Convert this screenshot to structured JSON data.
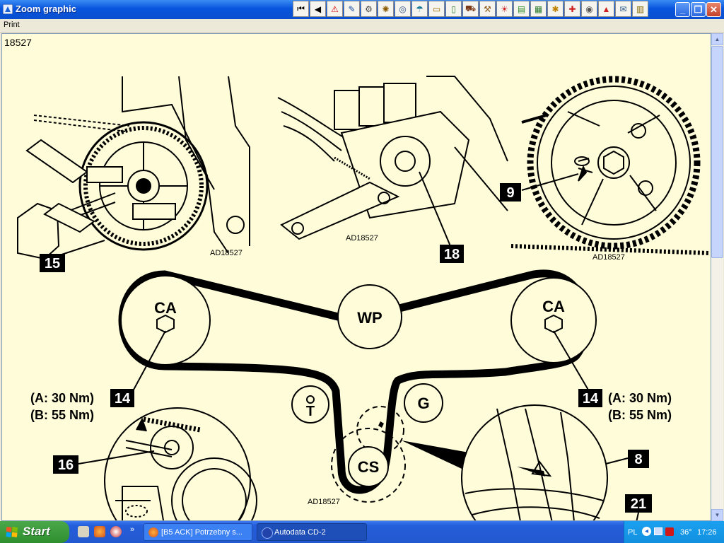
{
  "window": {
    "title": "Zoom graphic",
    "menu": {
      "print": "Print"
    },
    "toolbar": [
      {
        "name": "first-page",
        "glyph": "⏮",
        "color": "#000000"
      },
      {
        "name": "previous",
        "glyph": "◀",
        "color": "#000000"
      },
      {
        "name": "warning",
        "glyph": "⚠",
        "color": "#d40000"
      },
      {
        "name": "technical-data",
        "glyph": "✎",
        "color": "#1a4fa0"
      },
      {
        "name": "engine",
        "glyph": "⚙",
        "color": "#444444"
      },
      {
        "name": "timing",
        "glyph": "✺",
        "color": "#8a5a00"
      },
      {
        "name": "wheel",
        "glyph": "◎",
        "color": "#2a4f8a"
      },
      {
        "name": "diagnostics",
        "glyph": "☂",
        "color": "#1a7a9a"
      },
      {
        "name": "battery",
        "glyph": "▭",
        "color": "#a06a00"
      },
      {
        "name": "door",
        "glyph": "▯",
        "color": "#2f7a2f"
      },
      {
        "name": "car",
        "glyph": "⛟",
        "color": "#7a3a1a"
      },
      {
        "name": "tools",
        "glyph": "⚒",
        "color": "#8a5a1a"
      },
      {
        "name": "bulb",
        "glyph": "☀",
        "color": "#cc2222"
      },
      {
        "name": "display",
        "glyph": "▤",
        "color": "#2a8a2a"
      },
      {
        "name": "connector",
        "glyph": "▦",
        "color": "#2a7a2a"
      },
      {
        "name": "climate",
        "glyph": "✱",
        "color": "#c08000"
      },
      {
        "name": "brakes",
        "glyph": "✚",
        "color": "#cc2222"
      },
      {
        "name": "airbag",
        "glyph": "◉",
        "color": "#555555"
      },
      {
        "name": "abs",
        "glyph": "▲",
        "color": "#cc2222"
      },
      {
        "name": "service",
        "glyph": "✉",
        "color": "#2a5a8a"
      },
      {
        "name": "notes",
        "glyph": "▥",
        "color": "#886600"
      }
    ],
    "controls": {
      "minimize": "_",
      "maximize": "❐",
      "close": "✕"
    }
  },
  "figure": {
    "id": "18527",
    "code": "AD18527",
    "callouts": {
      "c15": "15",
      "c18": "18",
      "c9": "9",
      "c14": "14",
      "c16": "16",
      "c8": "8",
      "c21": "21"
    },
    "pulleys": {
      "camshaft": "CA",
      "water_pump": "WP",
      "tensioner": "T",
      "guide": "G",
      "crankshaft": "CS"
    },
    "torque": {
      "a": "(A: 30 Nm)",
      "b": "(B: 55 Nm)"
    }
  },
  "taskbar": {
    "start": "Start",
    "quick_launch_more": "»",
    "tasks": [
      {
        "label": "[B5 ACK] Potrzebny s...",
        "active": false
      },
      {
        "label": "Autodata CD-2",
        "active": true
      }
    ],
    "tray": {
      "language": "PL",
      "temperature": "36°",
      "clock": "17:26"
    }
  },
  "colors": {
    "paper": "#fffdd9",
    "ink": "#000000",
    "titlebar": "#0855dd",
    "taskbar": "#245edb",
    "tray": "#1290e0"
  }
}
